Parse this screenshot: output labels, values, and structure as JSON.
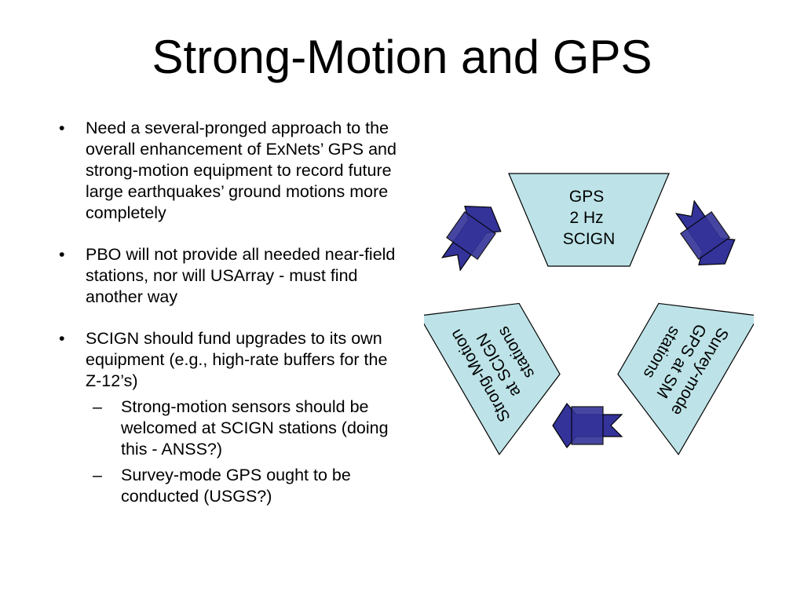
{
  "title": "Strong-Motion and GPS",
  "bullets": [
    {
      "text": "Need a several-pronged approach to the overall enhancement of ExNets’ GPS and strong-motion equipment to record future large earthquakes’ ground motions more completely"
    },
    {
      "text": "PBO will not provide all needed near-field stations, nor will USArray - must find another way"
    },
    {
      "text": "SCIGN should fund upgrades to its own equipment (e.g., high-rate buffers for the Z-12’s)",
      "sub": [
        "Strong-motion sensors should be welcomed at SCIGN stations (doing this - ANSS?)",
        "Survey-mode GPS ought to be conducted (USGS?)"
      ]
    }
  ],
  "diagram": {
    "top": {
      "lines": [
        "GPS",
        "2 Hz",
        "SCIGN"
      ]
    },
    "left": {
      "lines": [
        "Strong-Motion",
        "at SCIGN",
        "stations"
      ]
    },
    "right": {
      "lines": [
        "Survey-mode",
        "GPS at SM",
        "stations"
      ]
    }
  },
  "colors": {
    "arrow": "#333399",
    "box": "#bde3e8"
  }
}
